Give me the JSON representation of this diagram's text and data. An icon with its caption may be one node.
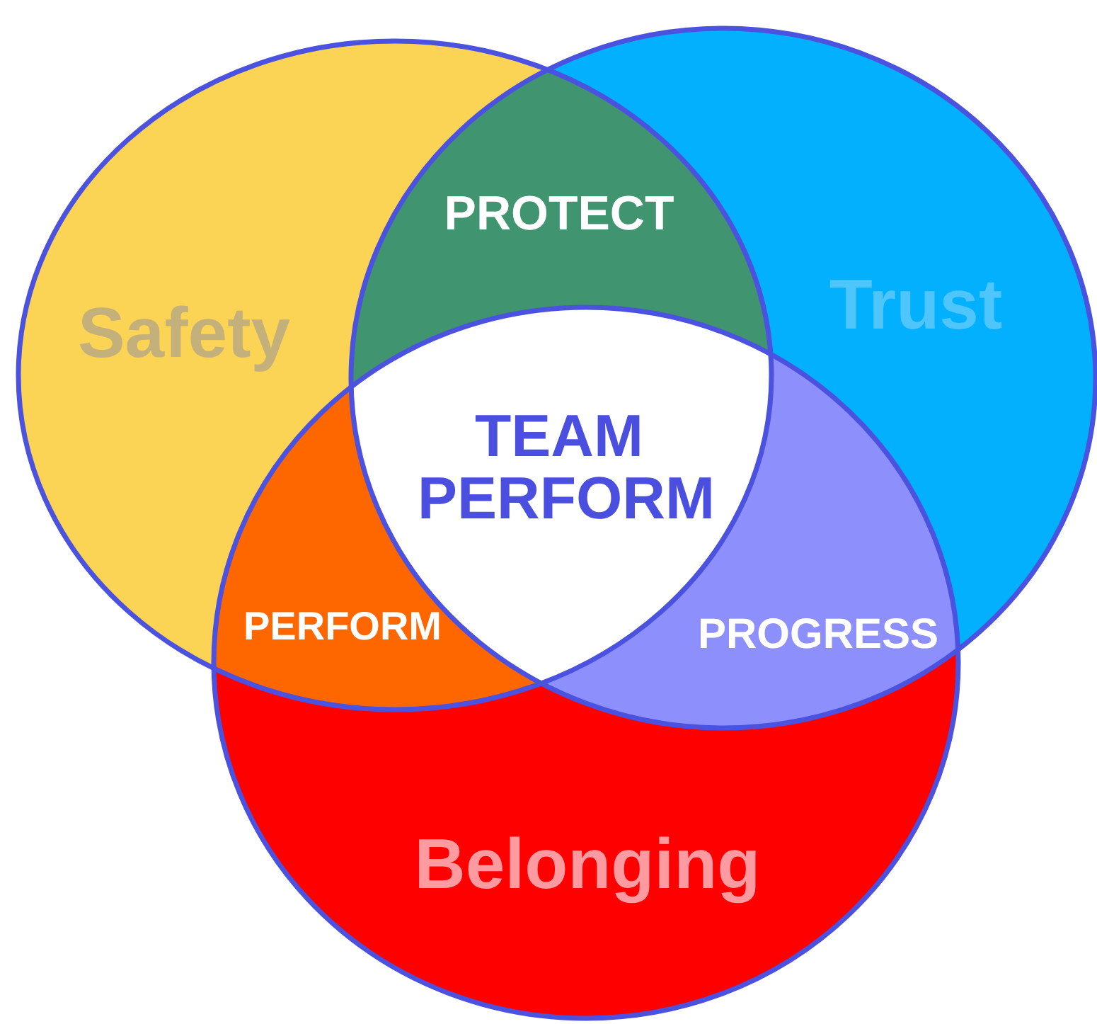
{
  "diagram": {
    "nodes": [
      {
        "text": [
          "Safety"
        ]
      },
      {
        "text": [
          "Trust"
        ]
      },
      {
        "text": [
          "Belonging"
        ]
      },
      {
        "text": [
          "PROTECT"
        ]
      },
      {
        "text": [
          "PERFORM"
        ]
      },
      {
        "text": [
          "PROGRESS"
        ]
      },
      {
        "text": [
          "TEAM PERFORM"
        ]
      }
    ]
  }
}
